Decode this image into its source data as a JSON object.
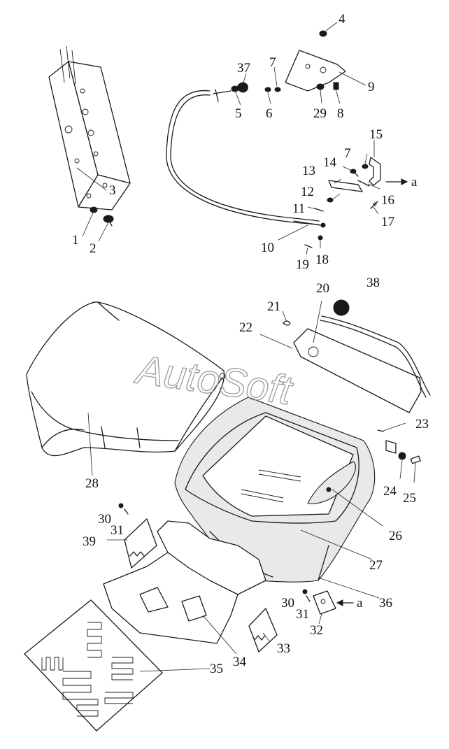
{
  "watermark": "AutoSoft",
  "arrow_label": "a",
  "callouts": [
    "1",
    "2",
    "3",
    "4",
    "5",
    "6",
    "7",
    "8",
    "9",
    "10",
    "11",
    "12",
    "13",
    "14",
    "15",
    "16",
    "17",
    "18",
    "19",
    "20",
    "21",
    "22",
    "23",
    "24",
    "25",
    "26",
    "27",
    "28",
    "29",
    "30",
    "31",
    "32",
    "33",
    "34",
    "35",
    "36",
    "37",
    "38",
    "39"
  ],
  "callouts_repeated": {
    "seven_b": "7",
    "thirty_b": "30",
    "thirty_one_b": "31"
  }
}
